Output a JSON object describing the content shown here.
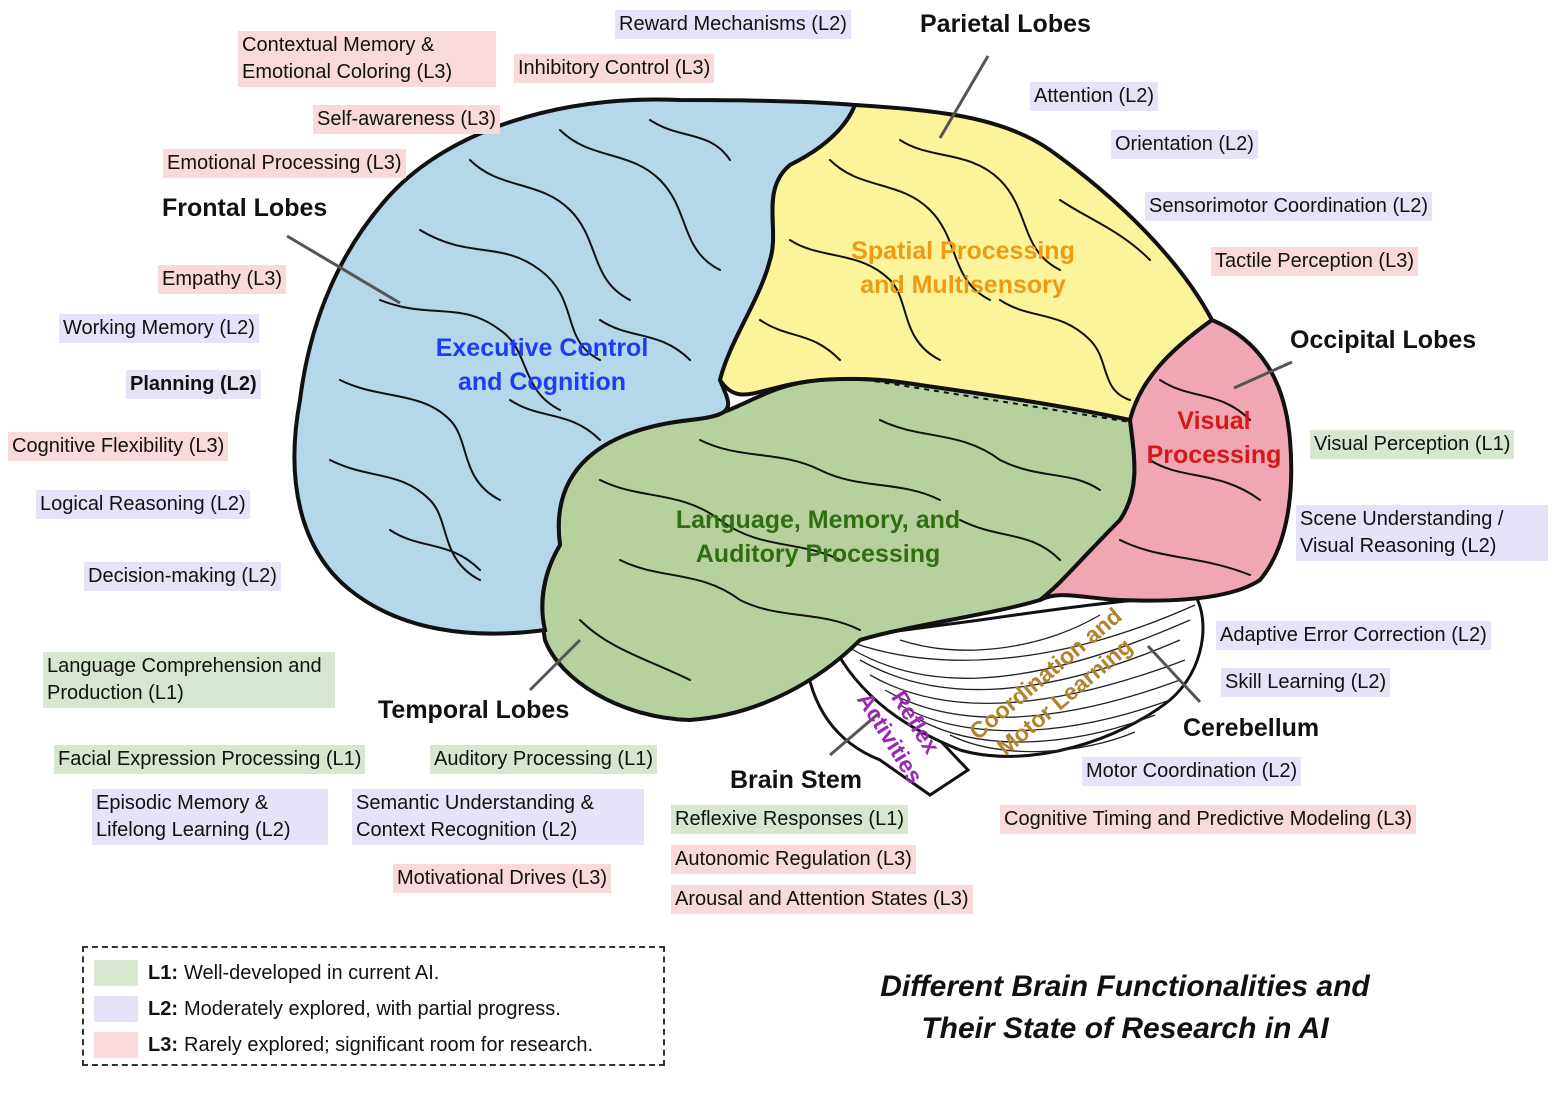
{
  "title": {
    "line1": "Different Brain Functionalities and",
    "line2": "Their State of Research in AI"
  },
  "colors": {
    "L1": "#d7e6cf",
    "L2": "#e6e2f7",
    "L3": "#f9d9d9",
    "frontal": "#b5d7ea",
    "parietal": "#fbf49a",
    "temporal": "#b7d19e",
    "occipital": "#f1a6b4",
    "cerebellum": "#ffffff",
    "executive_text": "#1f3cf0",
    "spatial_text": "#f09a14",
    "language_text": "#2f6e12",
    "visual_text": "#d21a1a",
    "reflex_text": "#9a28b4",
    "coordination_text": "#b0842c"
  },
  "lobes": {
    "frontal": "Frontal Lobes",
    "parietal": "Parietal Lobes",
    "occipital": "Occipital Lobes",
    "temporal": "Temporal Lobes",
    "cerebellum": "Cerebellum",
    "brain_stem": "Brain Stem"
  },
  "regions": {
    "executive": [
      "Executive Control",
      "and Cognition"
    ],
    "spatial": [
      "Spatial Processing",
      "and Multisensory"
    ],
    "language": [
      "Language, Memory, and",
      "Auditory Processing"
    ],
    "visual": [
      "Visual",
      "Processing"
    ],
    "reflex": [
      "Reflex",
      "Activities"
    ],
    "coordination": [
      "Coordination and",
      "Motor Learning"
    ]
  },
  "functions": {
    "contextual_memory": {
      "text": "Contextual Memory & Emotional Coloring (L3)",
      "level": "L3"
    },
    "reward": {
      "text": "Reward Mechanisms (L2)",
      "level": "L2"
    },
    "inhibitory": {
      "text": "Inhibitory Control (L3)",
      "level": "L3"
    },
    "self_awareness": {
      "text": "Self-awareness (L3)",
      "level": "L3"
    },
    "emotional_processing": {
      "text": "Emotional Processing (L3)",
      "level": "L3"
    },
    "empathy": {
      "text": "Empathy (L3)",
      "level": "L3"
    },
    "working_memory": {
      "text": "Working Memory (L2)",
      "level": "L2"
    },
    "planning": {
      "text": "Planning (L2)",
      "level": "L2"
    },
    "cognitive_flexibility": {
      "text": "Cognitive Flexibility (L3)",
      "level": "L3"
    },
    "logical_reasoning": {
      "text": "Logical Reasoning (L2)",
      "level": "L2"
    },
    "decision_making": {
      "text": "Decision-making (L2)",
      "level": "L2"
    },
    "language_comprehension": {
      "text": "Language Comprehension and Production (L1)",
      "level": "L1"
    },
    "facial_expression": {
      "text": "Facial Expression Processing (L1)",
      "level": "L1"
    },
    "auditory_processing": {
      "text": "Auditory Processing (L1)",
      "level": "L1"
    },
    "episodic_memory": {
      "text": "Episodic Memory & Lifelong Learning (L2)",
      "level": "L2"
    },
    "semantic_understanding": {
      "text": "Semantic Understanding & Context Recognition (L2)",
      "level": "L2"
    },
    "motivational_drives": {
      "text": "Motivational Drives (L3)",
      "level": "L3"
    },
    "attention": {
      "text": "Attention (L2)",
      "level": "L2"
    },
    "orientation": {
      "text": "Orientation (L2)",
      "level": "L2"
    },
    "sensorimotor": {
      "text": "Sensorimotor Coordination (L2)",
      "level": "L2"
    },
    "tactile": {
      "text": "Tactile Perception (L3)",
      "level": "L3"
    },
    "visual_perception": {
      "text": "Visual Perception (L1)",
      "level": "L1"
    },
    "scene_understanding": {
      "text": "Scene Understanding / Visual Reasoning (L2)",
      "level": "L2"
    },
    "adaptive_error": {
      "text": "Adaptive Error Correction (L2)",
      "level": "L2"
    },
    "skill_learning": {
      "text": "Skill Learning (L2)",
      "level": "L2"
    },
    "motor_coordination": {
      "text": "Motor Coordination (L2)",
      "level": "L2"
    },
    "cognitive_timing": {
      "text": "Cognitive Timing and Predictive Modeling (L3)",
      "level": "L3"
    },
    "reflexive_responses": {
      "text": "Reflexive Responses (L1)",
      "level": "L1"
    },
    "autonomic_regulation": {
      "text": "Autonomic Regulation (L3)",
      "level": "L3"
    },
    "arousal": {
      "text": "Arousal and Attention States (L3)",
      "level": "L3"
    }
  },
  "legend": [
    {
      "level": "L1:",
      "text": "Well-developed in current AI."
    },
    {
      "level": "L2:",
      "text": "Moderately explored, with partial progress."
    },
    {
      "level": "L3:",
      "text": "Rarely explored; significant room for research."
    }
  ]
}
